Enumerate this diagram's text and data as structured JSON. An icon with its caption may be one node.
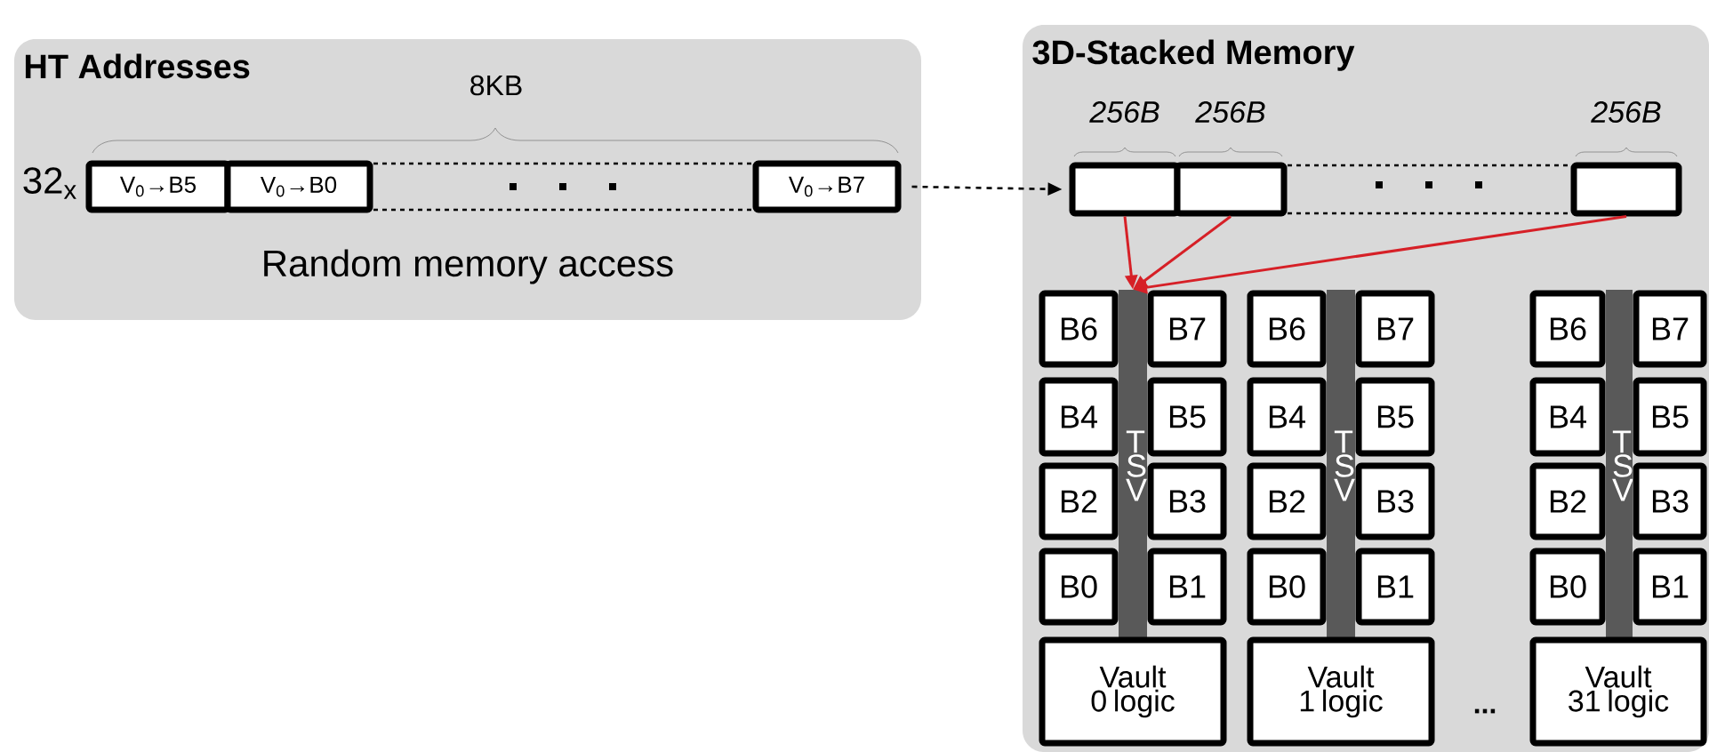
{
  "diagram": {
    "nodes": [
      {
        "text": [
          "HT Addresses",
          "Random memory access"
        ]
      },
      {
        "text": [
          "V$_{0}$→B5"
        ],
        "in": 0
      },
      {
        "text": [
          "V$_{0}$→B0"
        ],
        "in": 0
      },
      {
        "text": [
          "V$_{0}$→B7"
        ],
        "in": 0
      },
      {
        "text": [
          "3D-Stacked Memory"
        ]
      },
      {
        "text": [],
        "shape": "box",
        "in": 4,
        "beside": [
          "256B"
        ]
      },
      {
        "text": [],
        "shape": "box",
        "in": 4,
        "beside": [
          "256B"
        ]
      },
      {
        "text": [],
        "shape": "box",
        "in": 4,
        "beside": [
          "256B"
        ]
      },
      {
        "text": [
          "T S V"
        ],
        "in": 4
      },
      {
        "text": [
          "B6"
        ],
        "in": 4
      },
      {
        "text": [
          "B7"
        ],
        "in": 4
      },
      {
        "text": [
          "B4"
        ],
        "in": 4
      },
      {
        "text": [
          "B5"
        ],
        "in": 4
      },
      {
        "text": [
          "B2"
        ],
        "in": 4
      },
      {
        "text": [
          "B3"
        ],
        "in": 4
      },
      {
        "text": [
          "B0"
        ],
        "in": 4
      },
      {
        "text": [
          "B1"
        ],
        "in": 4
      },
      {
        "text": [
          "Vault 0 logic"
        ],
        "in": 4
      },
      {
        "text": [
          "T S V"
        ],
        "in": 4
      },
      {
        "text": [
          "B6"
        ],
        "in": 4
      },
      {
        "text": [
          "B7"
        ],
        "in": 4
      },
      {
        "text": [
          "B4"
        ],
        "in": 4
      },
      {
        "text": [
          "B5"
        ],
        "in": 4
      },
      {
        "text": [
          "B2"
        ],
        "in": 4
      },
      {
        "text": [
          "B3"
        ],
        "in": 4
      },
      {
        "text": [
          "B0"
        ],
        "in": 4
      },
      {
        "text": [
          "B1"
        ],
        "in": 4
      },
      {
        "text": [
          "Vault 1 logic"
        ],
        "in": 4
      },
      {
        "text": [
          "T S V"
        ],
        "in": 4
      },
      {
        "text": [
          "B6"
        ],
        "in": 4
      },
      {
        "text": [
          "B7"
        ],
        "in": 4
      },
      {
        "text": [
          "B4"
        ],
        "in": 4
      },
      {
        "text": [
          "B5"
        ],
        "in": 4
      },
      {
        "text": [
          "B2"
        ],
        "in": 4
      },
      {
        "text": [
          "B3"
        ],
        "in": 4
      },
      {
        "text": [
          "B0"
        ],
        "in": 4
      },
      {
        "text": [
          "B1"
        ],
        "in": 4
      },
      {
        "text": [
          "Vault 31 logic"
        ],
        "in": 4
      }
    ],
    "edges": [
      {
        "from": 3,
        "to": 5,
        "arrow": "to",
        "style": "dashed",
        "color": "#000000"
      },
      {
        "from": 5,
        "to": 8,
        "arrow": "to"
      },
      {
        "from": 6,
        "to": 8,
        "arrow": "to"
      },
      {
        "from": 7,
        "to": 8,
        "arrow": "to"
      }
    ],
    "labels": [
      "8KB",
      "32$_{x}$",
      "..."
    ]
  }
}
